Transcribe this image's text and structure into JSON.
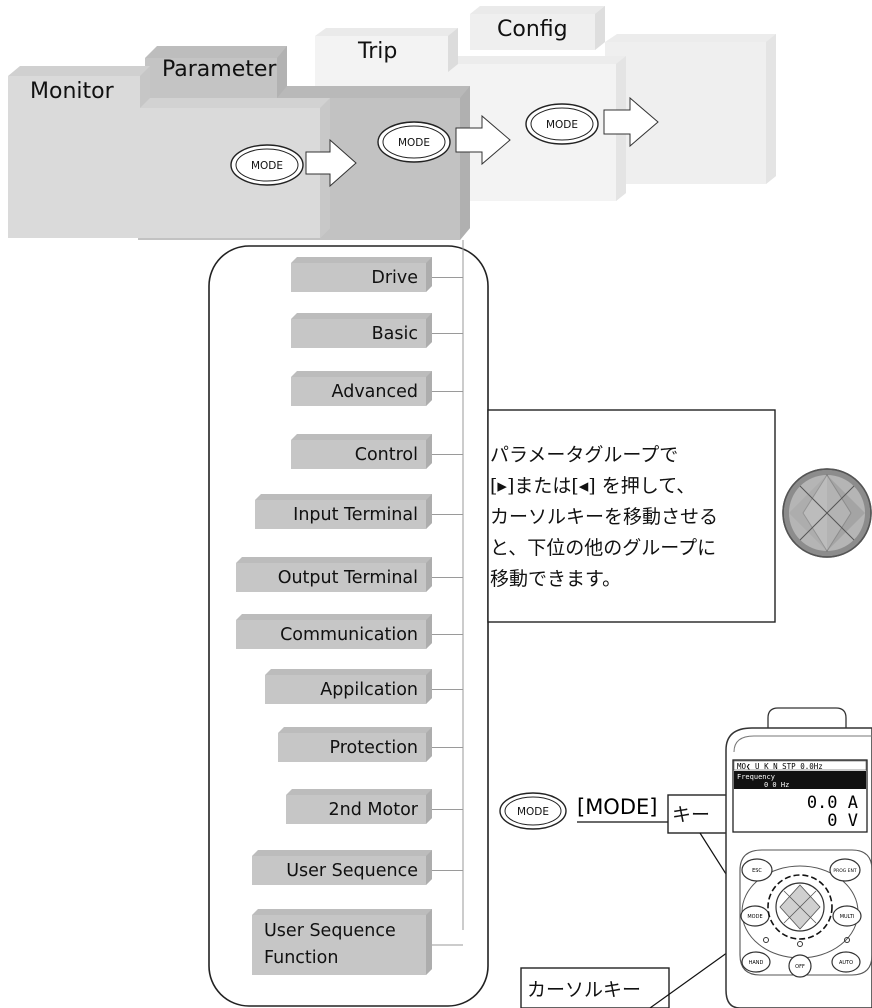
{
  "tabs": [
    {
      "label": "Monitor"
    },
    {
      "label": "Parameter"
    },
    {
      "label": "Trip"
    },
    {
      "label": "Config"
    }
  ],
  "mode_key_label": "MODE",
  "parameter_groups": [
    {
      "label": "Drive"
    },
    {
      "label": "Basic"
    },
    {
      "label": "Advanced"
    },
    {
      "label": "Control"
    },
    {
      "label": "Input Terminal"
    },
    {
      "label": "Output Terminal"
    },
    {
      "label": "Communication"
    },
    {
      "label": "Appilcation"
    },
    {
      "label": "Protection"
    },
    {
      "label": "2nd Motor"
    },
    {
      "label": "User Sequence"
    },
    {
      "label": "User Sequence",
      "label2": "Function"
    }
  ],
  "note_lines": [
    "パラメータグループで",
    "[▸]または[◂] を押して、",
    "カーソルキーを移動させる",
    "と、下位の他のグループに",
    "移動できます。"
  ],
  "mode_key_caption": "[MODE]",
  "key_suffix": "キー",
  "cursor_key_caption": "カーソルキー",
  "keypad": {
    "status_line": "MO❮ U K N STP   0.0Hz",
    "freq_label": "Frequency",
    "freq_scale": "0        0 Hz",
    "amps": "0.0 A",
    "volts": "0 V",
    "buttons": {
      "esc": "ESC",
      "prg": "PROG ENT",
      "mode": "MODE",
      "multi": "MULTI",
      "hand": "HAND",
      "off": "OFF",
      "auto": "AUTO"
    }
  }
}
